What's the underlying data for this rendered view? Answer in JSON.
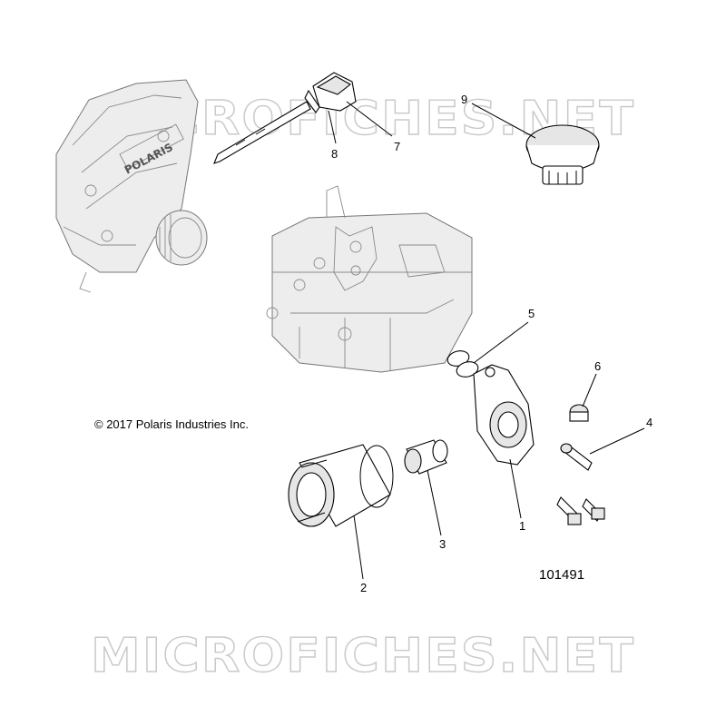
{
  "diagram": {
    "watermark_top": "MICROFICHES.NET",
    "watermark_bottom": "MICROFICHES.NET",
    "copyright": "© 2017 Polaris Industries Inc.",
    "figure_number": "101491",
    "callouts": {
      "c1": "1",
      "c2": "2",
      "c3": "3",
      "c4": "4",
      "c5": "5",
      "c6": "6",
      "c7": "7",
      "c8": "8",
      "c9": "9"
    },
    "logo_text": "POLARIS"
  }
}
